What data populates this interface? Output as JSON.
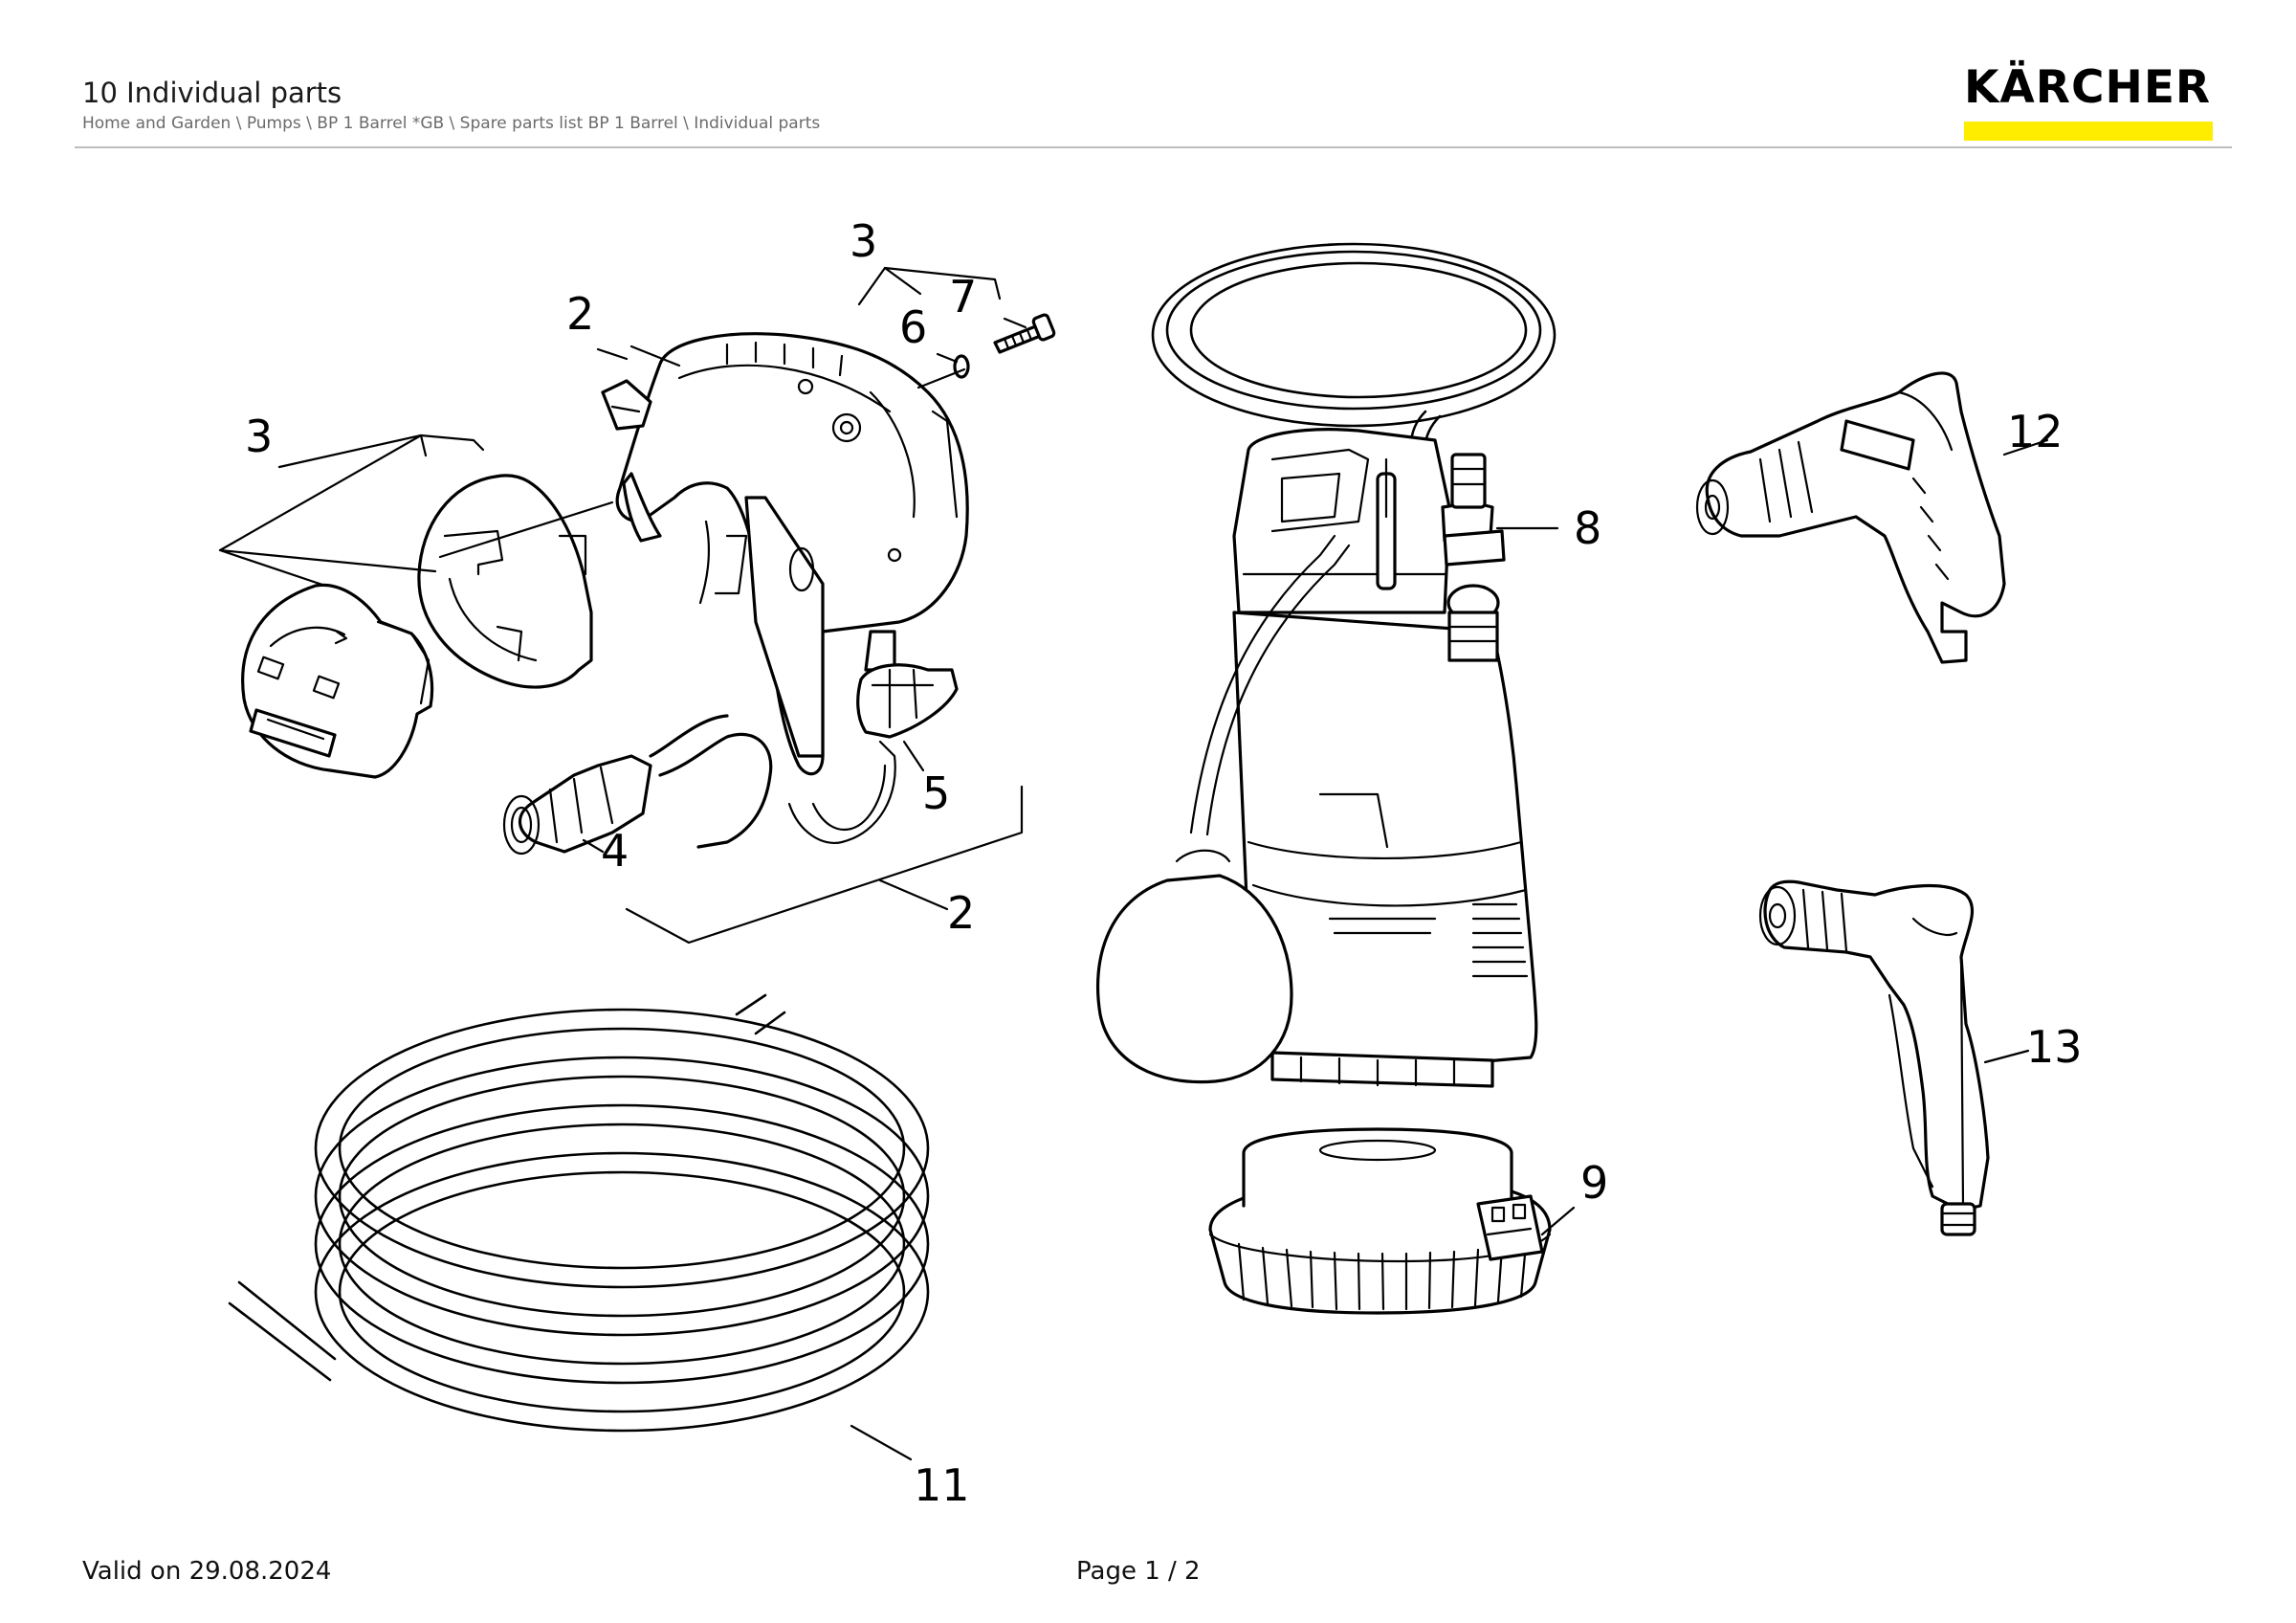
{
  "header": {
    "title": "10 Individual parts",
    "breadcrumb": "Home and Garden \\ Pumps \\ BP 1 Barrel *GB \\ Spare parts list BP 1 Barrel \\ Individual parts"
  },
  "logo": {
    "text": "KÄRCHER",
    "bar_color": "#ffed00"
  },
  "callouts": {
    "n3_left": "3",
    "n2_top": "2",
    "n3_top": "3",
    "n7": "7",
    "n6": "6",
    "n4": "4",
    "n5": "5",
    "n2_bottom": "2",
    "n8": "8",
    "n12": "12",
    "n13": "13",
    "n9": "9",
    "n11": "11"
  },
  "footer": {
    "valid": "Valid on 29.08.2024",
    "page": "Page 1 / 2"
  }
}
